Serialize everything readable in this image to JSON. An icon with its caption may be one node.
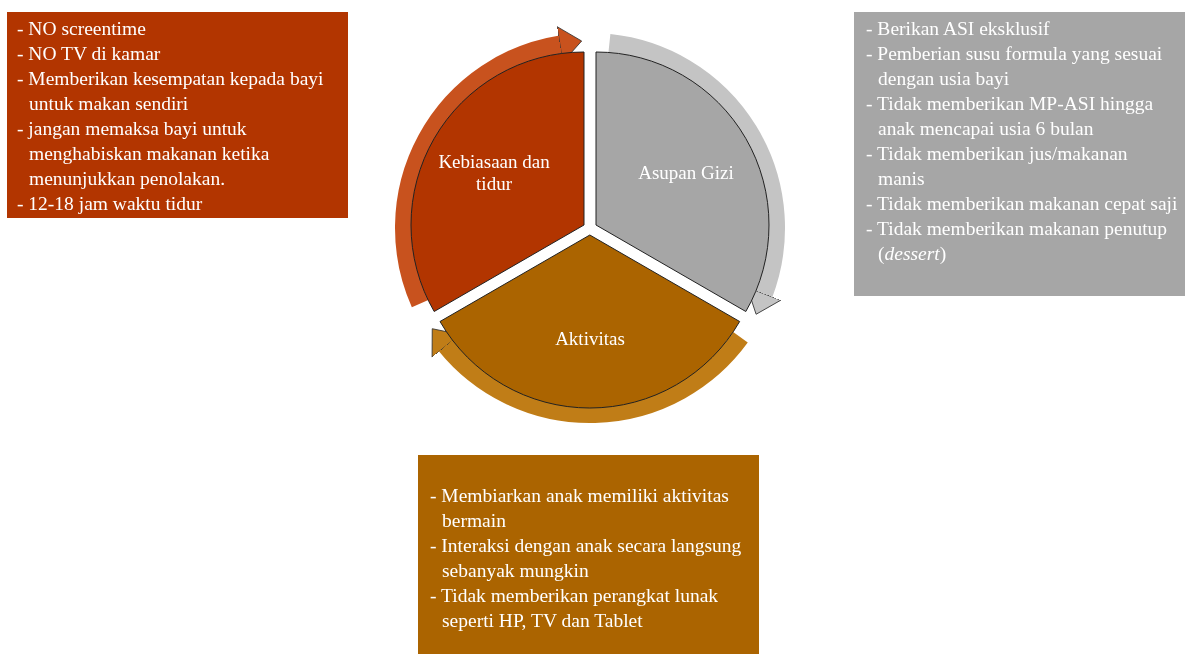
{
  "diagram": {
    "nodes": [
      {
        "text": [
          "- NO screentime",
          "- NO TV di kamar",
          "- Memberikan kesempatan kepada bayi untuk makan sendiri",
          "- jangan memaksa bayi untuk menghabiskan makanan ketika menunjukkan penolakan.",
          "- 12-18 jam waktu tidur"
        ]
      },
      {
        "text": [
          "Kebiasaan dan tidur"
        ]
      },
      {
        "text": [
          "Asupan Gizi"
        ]
      },
      {
        "text": [
          "- Berikan ASI eksklusif",
          "- Pemberian susu formula yang sesuai dengan usia bayi",
          "- Tidak memberikan MP-ASI hingga anak mencapai usia 6 bulan",
          "- Tidak memberikan jus/makanan manis",
          "- Tidak memberikan makanan cepat saji",
          "- Tidak memberikan makanan penutup (*dessert*)"
        ]
      },
      {
        "text": [
          "Aktivitas"
        ]
      },
      {
        "text": [
          "- Membiarkan anak memiliki aktivitas bermain",
          "- Interaksi dengan anak secara langsung sebanyak mungkin",
          "- Tidak memberikan perangkat lunak seperti HP, TV dan Tablet"
        ]
      }
    ],
    "edges": [
      {
        "from": 1,
        "to": 2,
        "arrow": "to",
        "color": "#c8521e"
      },
      {
        "from": 2,
        "to": 4,
        "arrow": "to",
        "color": "#c4c4c4"
      },
      {
        "from": 4,
        "to": 1,
        "arrow": "to",
        "color": "#c07d17"
      }
    ]
  }
}
